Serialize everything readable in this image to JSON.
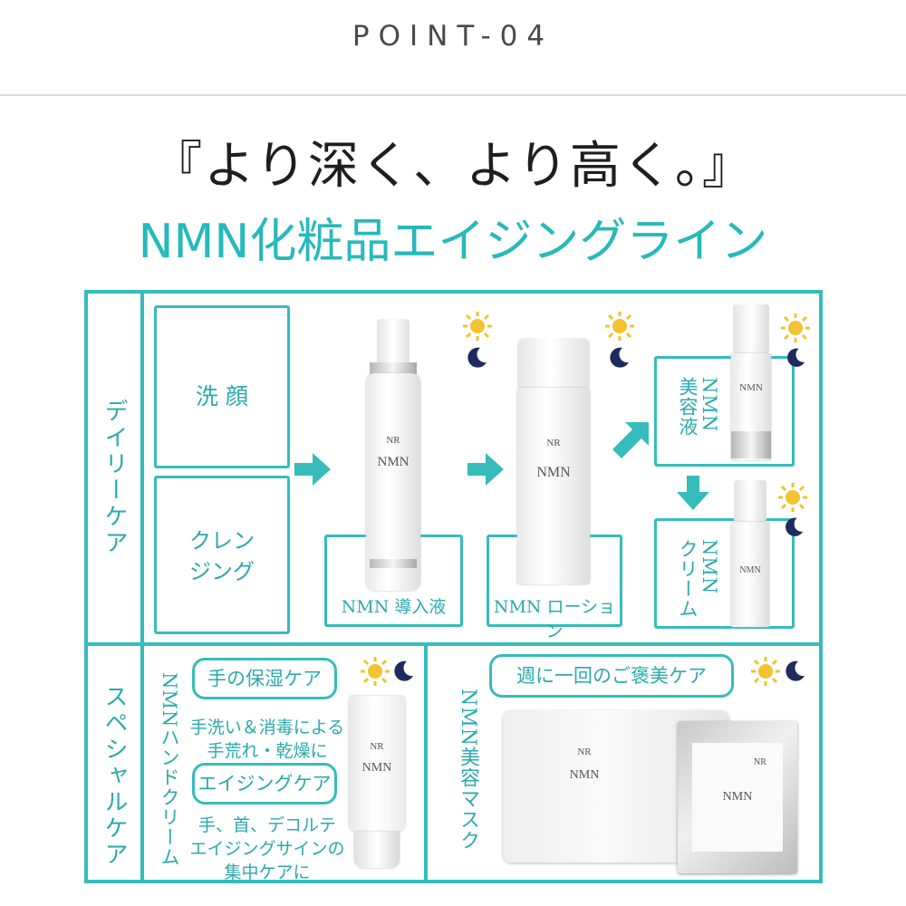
{
  "header": {
    "point": "POINT-04"
  },
  "headline": "『より深く、より高く。』",
  "subheadline": "NMN化粧品エイジングライン",
  "daily": {
    "section_label": "デイリーケア",
    "step1": "洗 顔",
    "step2": "クレン\nジング",
    "product1": "NMN 導入液",
    "product2": "NMN ローション",
    "product3": "NMN\n美容液",
    "product4": "NMN\nクリーム"
  },
  "special": {
    "section_label": "スペシャルケア",
    "hand_cream_label": "NMNハンドクリーム",
    "pill1": "手の保湿ケア",
    "note1_line1": "手洗い＆消毒による",
    "note1_line2": "手荒れ・乾燥に",
    "pill2": "エイジングケア",
    "note2_line1": "手、首、デコルテ",
    "note2_line2": "エイジングサインの",
    "note2_line3": "集中ケアに",
    "mask_label": "NMN美容マスク",
    "pill3": "週に一回のご褒美ケア"
  },
  "product_brand": {
    "logo": "NR",
    "name": "NMN"
  },
  "colors": {
    "teal": "#35bcbb",
    "sun": "#f2c230",
    "moon": "#1f2a5e"
  },
  "icons": [
    "sun-icon",
    "moon-icon",
    "arrow-right-icon",
    "arrow-up-right-icon",
    "arrow-down-icon"
  ]
}
